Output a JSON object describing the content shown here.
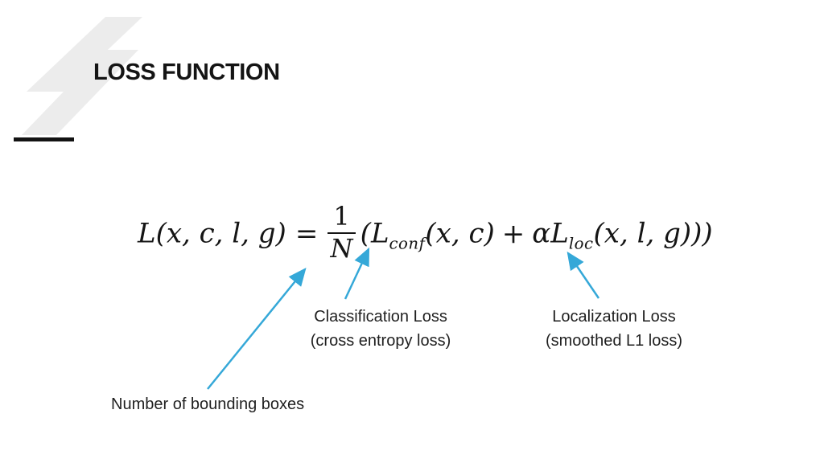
{
  "slide": {
    "title": "LOSS FUNCTION"
  },
  "colors": {
    "arrow": "#35A8D8",
    "decoration": "#ECECEC",
    "underline": "#121212"
  },
  "formula": {
    "lhs": "L(x, c, l, g)",
    "equals": "=",
    "numerator": "1",
    "denominator": "N",
    "open_paren": "(",
    "conf_base": "L",
    "conf_sub": "conf",
    "conf_args": "(x, c)",
    "plus": "+",
    "alpha": "α",
    "loc_base": "L",
    "loc_sub": "loc",
    "loc_args": "(x, l, g)",
    "close_paren": "))"
  },
  "annotations": {
    "classification": {
      "line1": "Classification Loss",
      "line2": "(cross entropy loss)"
    },
    "localization": {
      "line1": "Localization Loss",
      "line2": "(smoothed L1 loss)"
    },
    "bounding_boxes": "Number of bounding boxes"
  }
}
